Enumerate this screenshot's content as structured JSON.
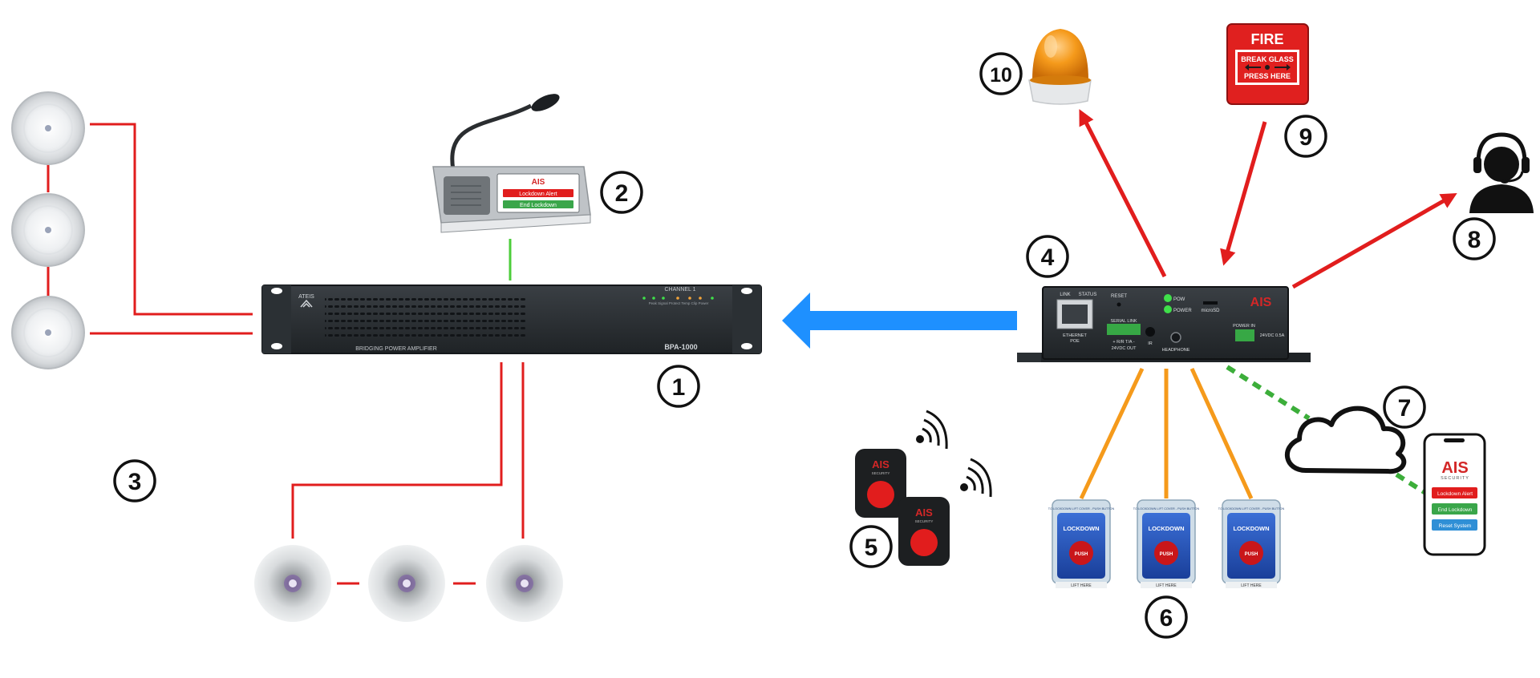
{
  "amplifier": {
    "brand": "ATEIS",
    "model": "BPA-1000",
    "caption": "BRIDGING POWER AMPLIFIER",
    "channel": "CHANNEL 1",
    "legend": "Peak  Signal  Protect  Temp  Clip  Power"
  },
  "mic_station": {
    "brand": "AIS",
    "button_alert": "Lockdown Alert",
    "button_end": "End Lockdown"
  },
  "controller": {
    "brand": "AIS",
    "labels": {
      "link": "LINK",
      "status": "STATUS",
      "reset": "RESET",
      "pow": "POW",
      "power": "POWER",
      "microsd": "microSD",
      "serial_link": "SERIAL LINK",
      "serial_pins": "+ R/R T/A -",
      "serial_out": "24VDC OUT",
      "ethernet": "ETHERNET",
      "poe": "POE",
      "ir": "IR",
      "headphone": "HEADPHONE",
      "power_in": "POWER IN",
      "power_rating": "24VDC 0.5A"
    }
  },
  "fire_alarm": {
    "title": "FIRE",
    "line1": "BREAK GLASS",
    "line2": "PRESS HERE"
  },
  "fob": {
    "brand": "AIS",
    "sub": "SECURITY"
  },
  "lockdown_button": {
    "top_text": "TO LOCKDOWN LIFT COVER - PUSH BUTTON",
    "label": "LOCKDOWN",
    "push": "PUSH",
    "lift": "LIFT HERE"
  },
  "phone": {
    "brand": "AIS",
    "sub": "SECURITY",
    "buttons": [
      "Lockdown Alert",
      "End Lockdown",
      "Reset System"
    ]
  },
  "numbers": {
    "n1": "1",
    "n2": "2",
    "n3": "3",
    "n4": "4",
    "n5": "5",
    "n6": "6",
    "n7": "7",
    "n8": "8",
    "n9": "9",
    "n10": "10"
  },
  "colors": {
    "wire_red": "#e11d1d",
    "arrow_blue": "#1e90ff",
    "wire_orange": "#f59a1b",
    "dashed_green": "#3cae3a",
    "link_green": "#4ccd3a"
  }
}
